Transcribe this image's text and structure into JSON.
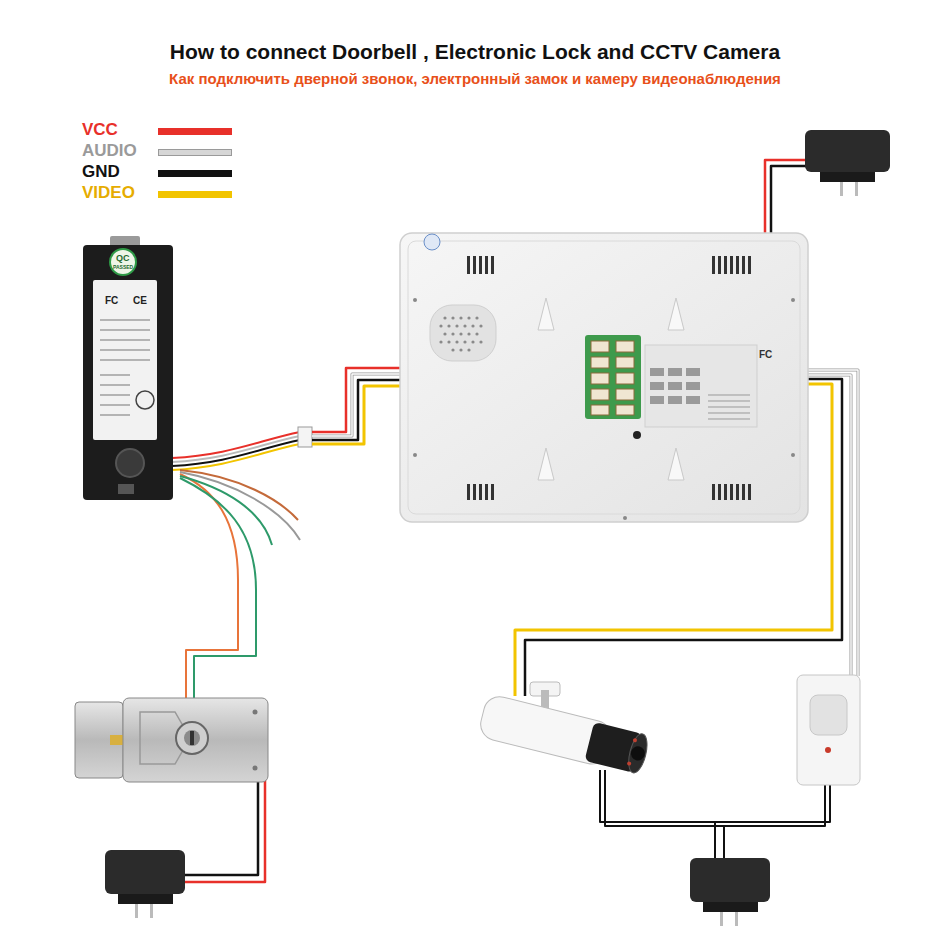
{
  "diagram": {
    "title": "How to connect Doorbell , Electronic Lock and CCTV Camera",
    "labels": [
      "Как подключить дверной звонок, электронный замок и камеру видеонаблюдения",
      "QC",
      "PASSED",
      "FC",
      "CE",
      "FC"
    ],
    "legend": [
      {
        "text": "VCC",
        "color": "#e8302a"
      },
      {
        "text": "AUDIO",
        "color": "#d6d6d6"
      },
      {
        "text": "GND",
        "color": "#111111"
      },
      {
        "text": "VIDEO",
        "color": "#f2c400"
      }
    ]
  }
}
